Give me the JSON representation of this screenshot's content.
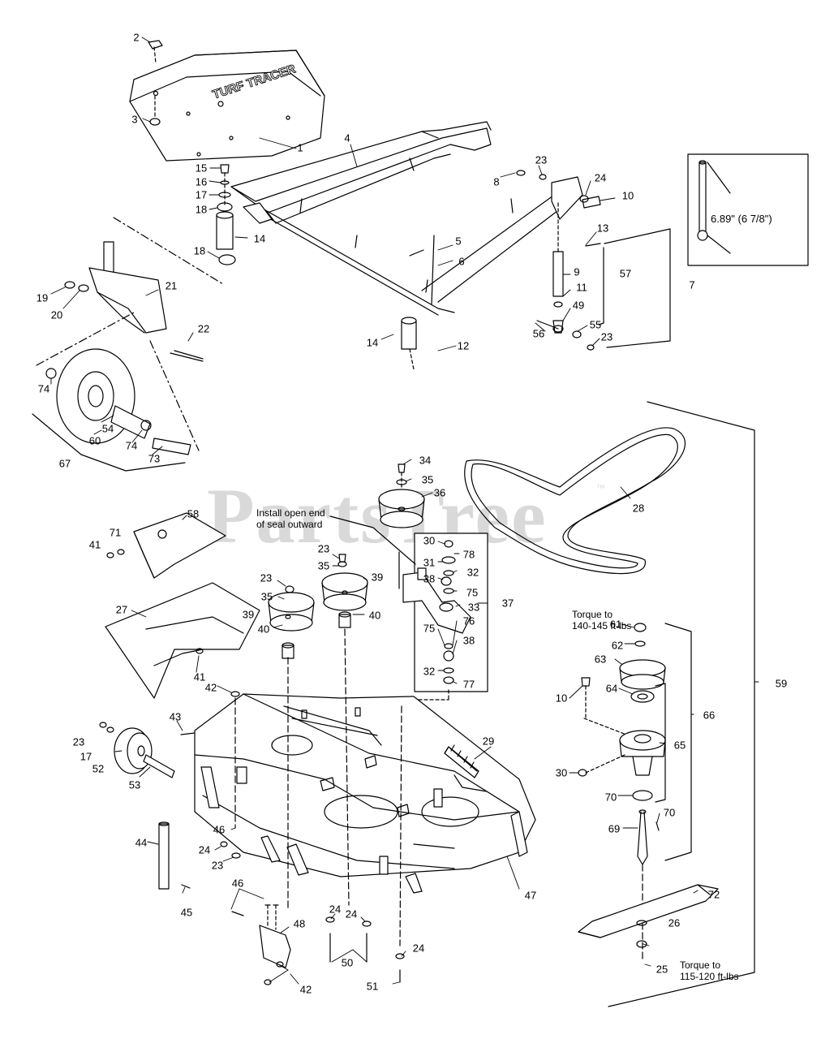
{
  "watermark": "PartsTree",
  "watermark_tm": "™",
  "logo_text": "TURF TRACER",
  "notes": {
    "seal": "Install open end\nof seal outward",
    "torque_top": "Torque to\n140-145 ft-lbs",
    "torque_bottom": "Torque to\n115-120 ft-lbs",
    "inset_dimension": "6.89\" (6 7/8\")"
  },
  "callouts": [
    "2",
    "3",
    "1",
    "4",
    "15",
    "16",
    "17",
    "18",
    "14",
    "18",
    "19",
    "20",
    "21",
    "22",
    "8",
    "23",
    "24",
    "10",
    "13",
    "5",
    "6",
    "9",
    "11",
    "57",
    "7",
    "49",
    "56",
    "55",
    "23",
    "14",
    "12",
    "74",
    "54",
    "60",
    "74",
    "73",
    "67",
    "34",
    "35",
    "36",
    "28",
    "58",
    "71",
    "41",
    "30",
    "78",
    "31",
    "32",
    "38",
    "75",
    "33",
    "37",
    "76",
    "75",
    "38",
    "32",
    "77",
    "23",
    "35",
    "39",
    "40",
    "23",
    "35",
    "39",
    "40",
    "27",
    "41",
    "42",
    "43",
    "23",
    "17",
    "52",
    "53",
    "29",
    "61",
    "62",
    "63",
    "64",
    "10",
    "65",
    "66",
    "59",
    "30",
    "70",
    "70",
    "69",
    "46",
    "44",
    "24",
    "23",
    "45",
    "47",
    "46",
    "48",
    "24",
    "24",
    "50",
    "24",
    "42",
    "51",
    "72",
    "26",
    "25"
  ]
}
